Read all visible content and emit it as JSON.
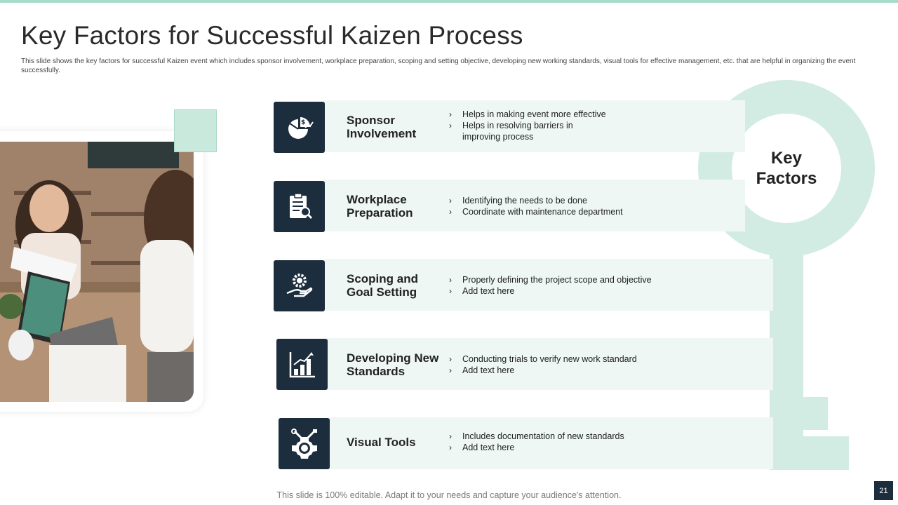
{
  "slide": {
    "title": "Key Factors for Successful Kaizen Process",
    "subtitle": "This slide shows the key factors for successful Kaizen event which includes sponsor involvement, workplace preparation, scoping and setting objective, developing new working standards, visual tools for effective management, etc. that are helpful in organizing the event successfully.",
    "key_label": "Key\nFactors",
    "footer": "This slide is 100% editable. Adapt it to your needs and capture your audience's attention.",
    "page_number": "21"
  },
  "factors": [
    {
      "title": "Sponsor\nInvolvement",
      "icon": "pie-chart-dollar-icon",
      "bullets": [
        "Helps in making event more effective",
        "Helps in resolving barriers in\nimproving process"
      ]
    },
    {
      "title": "Workplace\nPreparation",
      "icon": "checklist-magnifier-icon",
      "bullets": [
        "Identifying the needs to be done",
        "Coordinate with maintenance department"
      ]
    },
    {
      "title": "Scoping and\nGoal Setting",
      "icon": "hand-gear-icon",
      "bullets": [
        "Properly defining the project scope and objective",
        "Add text here"
      ]
    },
    {
      "title": "Developing New\nStandards",
      "icon": "growth-chart-icon",
      "bullets": [
        "Conducting trials to verify  new work standard",
        "Add text here"
      ]
    },
    {
      "title": "Visual Tools",
      "icon": "tools-gear-icon",
      "bullets": [
        "Includes documentation of new standards",
        "Add text here"
      ]
    }
  ],
  "colors": {
    "accent": "#d3ece3",
    "band": "#eef7f3",
    "icon_bg": "#1c2d3e",
    "top_bar": "#a8dcc9"
  },
  "bullet_glyph": "›"
}
